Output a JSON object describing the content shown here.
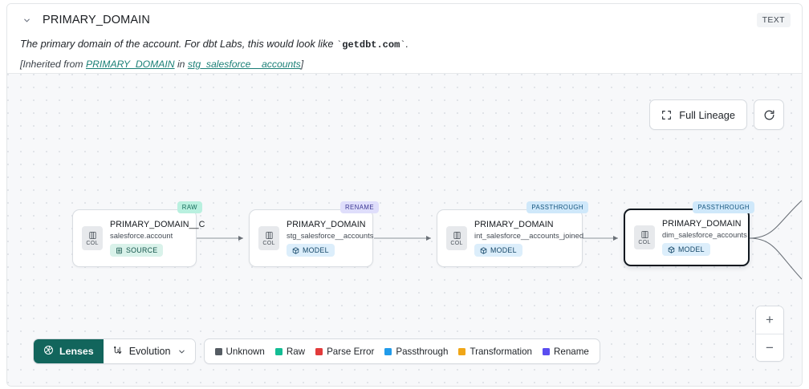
{
  "header": {
    "chevron_icon": "chevron-down-icon",
    "title": "PRIMARY_DOMAIN",
    "type_badge": "TEXT",
    "description_prefix": "The primary domain of the account. For dbt Labs, this would look like ",
    "description_code": "getdbt.com",
    "description_suffix": ".",
    "code_tick": "`",
    "inherited_prefix": "[Inherited from ",
    "inherited_link_1": "PRIMARY_DOMAIN",
    "inherited_middle": " in ",
    "inherited_link_2": "stg_salesforce__accounts",
    "inherited_suffix": "]"
  },
  "canvas": {
    "full_lineage_label": "Full Lineage",
    "full_lineage_icon": "expand-icon",
    "refresh_icon": "refresh-icon",
    "zoom_in_label": "+",
    "zoom_out_label": "−"
  },
  "graph": {
    "nodes": [
      {
        "tag": "RAW",
        "tag_style": "tag-raw",
        "col_icon": "column-icon",
        "col_label": "COL",
        "name": "PRIMARY_DOMAIN__C",
        "sub": "salesforce.account",
        "kind": "SOURCE",
        "kind_icon": "database-icon",
        "kind_style": "kind-source"
      },
      {
        "tag": "RENAME",
        "tag_style": "tag-rename",
        "col_icon": "column-icon",
        "col_label": "COL",
        "name": "PRIMARY_DOMAIN",
        "sub": "stg_salesforce__accounts",
        "kind": "MODEL",
        "kind_icon": "cube-icon",
        "kind_style": "kind-model"
      },
      {
        "tag": "PASSTHROUGH",
        "tag_style": "tag-passthrough",
        "col_icon": "column-icon",
        "col_label": "COL",
        "name": "PRIMARY_DOMAIN",
        "sub": "int_salesforce__accounts_joined",
        "kind": "MODEL",
        "kind_icon": "cube-icon",
        "kind_style": "kind-model"
      },
      {
        "tag": "PASSTHROUGH",
        "tag_style": "tag-passthrough",
        "col_icon": "column-icon",
        "col_label": "COL",
        "name": "PRIMARY_DOMAIN",
        "sub": "dim_salesforce_accounts",
        "kind": "MODEL",
        "kind_icon": "cube-icon",
        "kind_style": "kind-model"
      }
    ]
  },
  "toolbar": {
    "lenses_label": "Lenses",
    "lenses_icon": "aperture-icon",
    "evolution_label": "Evolution",
    "evolution_icon": "evolution-icon",
    "evolution_chevron": "chevron-down-icon",
    "legend": [
      {
        "label": "Unknown",
        "color": "#555c63"
      },
      {
        "label": "Raw",
        "color": "#13bd94"
      },
      {
        "label": "Parse Error",
        "color": "#e23b3b"
      },
      {
        "label": "Passthrough",
        "color": "#219bea"
      },
      {
        "label": "Transformation",
        "color": "#f0a617"
      },
      {
        "label": "Rename",
        "color": "#5a4df0"
      }
    ]
  },
  "colors": {
    "brand_teal": "#12655c",
    "link_teal": "#1a7f76",
    "canvas_bg": "#f7f8fa"
  }
}
